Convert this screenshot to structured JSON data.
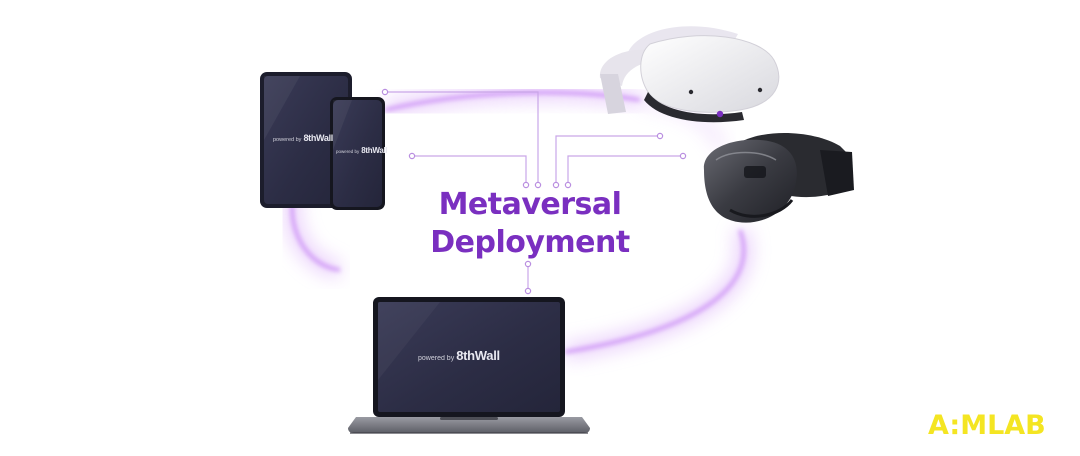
{
  "diagram": {
    "title_line1": "Metaversal",
    "title_line2": "Deployment"
  },
  "devices": {
    "tablet": {
      "screen_prefix": "powered by",
      "screen_brand": "8thWall"
    },
    "phone": {
      "screen_prefix": "powered by",
      "screen_brand": "8thWall"
    },
    "laptop": {
      "screen_prefix": "powered by",
      "screen_brand": "8thWall"
    },
    "vr_headset": {
      "icon": "vr-headset-icon"
    },
    "ar_headset": {
      "icon": "ar-headset-icon"
    }
  },
  "brand": {
    "logo": "A:MLAB"
  },
  "colors": {
    "accent": "#7a2fc0",
    "glow": "#c98af5",
    "connector": "#c9a6e8",
    "screen": "#2c2d45",
    "logo": "#f4e522"
  }
}
